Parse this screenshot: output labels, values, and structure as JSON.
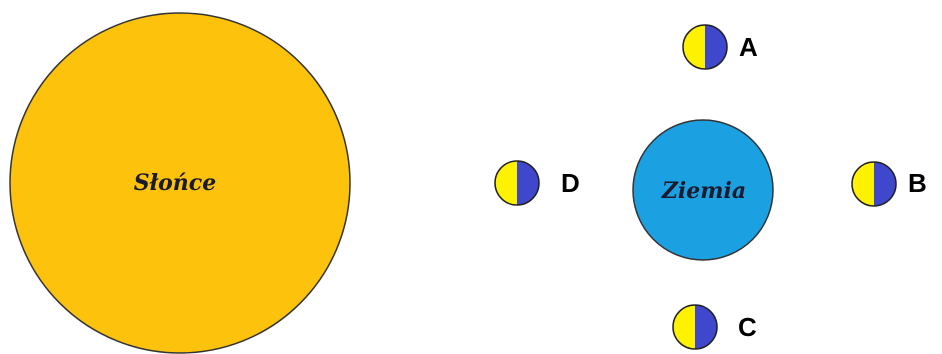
{
  "sun": {
    "label": "Słońce",
    "color": "#FCC20C"
  },
  "earth": {
    "label": "Ziemia",
    "color": "#1BA1E2"
  },
  "moon_colors": {
    "lit": "#FFF200",
    "dark": "#3F48CC"
  },
  "moons": [
    {
      "label": "A"
    },
    {
      "label": "B"
    },
    {
      "label": "C"
    },
    {
      "label": "D"
    }
  ]
}
